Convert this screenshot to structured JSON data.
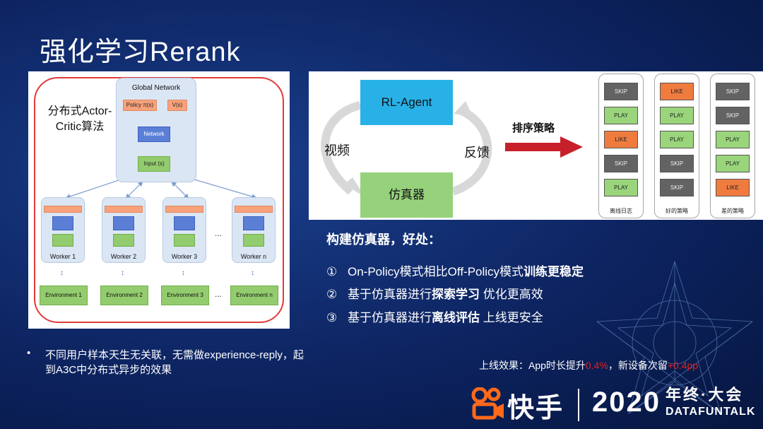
{
  "slide": {
    "title": "强化学习Rerank",
    "bullet": "不同用户样本天生无关联，无需做experience-reply，起到A3C中分布式异步的效果",
    "effect": {
      "prefix": "上线效果：App时长提升",
      "v1": "0.4%",
      "mid": "，新设备次留",
      "v2": "+0.4pp"
    }
  },
  "left_diagram": {
    "side_label": "分布式Actor-Critic算法",
    "global_network": "Global Network",
    "policy": "Policy π(s)",
    "value": "V(s)",
    "network": "Network",
    "input": "Input (s)",
    "workers": [
      "Worker 1",
      "Worker 2",
      "Worker 3",
      "Worker n"
    ],
    "environments": [
      "Environment 1",
      "Environment 2",
      "Environment 3",
      "Environment n"
    ],
    "ellipsis": "..."
  },
  "right_diagram": {
    "agent": "RL-Agent",
    "simulator": "仿真器",
    "video": "视频",
    "feedback": "反馈",
    "ranking": "排序策略",
    "columns": [
      {
        "caption": "离线日志",
        "actions": [
          "SKIP",
          "PLAY",
          "LIKE",
          "SKIP",
          "PLAY"
        ]
      },
      {
        "caption": "好的策略",
        "actions": [
          "LIKE",
          "PLAY",
          "PLAY",
          "SKIP",
          "SKIP"
        ]
      },
      {
        "caption": "差的策略",
        "actions": [
          "SKIP",
          "SKIP",
          "PLAY",
          "PLAY",
          "LIKE"
        ]
      }
    ]
  },
  "simulator_points": {
    "title": "构建仿真器，好处：",
    "items": [
      {
        "num": "①",
        "text": "On-Policy模式相比Off-Policy模式",
        "bold": "训练更稳定",
        "tail": ""
      },
      {
        "num": "②",
        "text": "基于仿真器进行",
        "bold": "探索学习",
        "tail": " 优化更高效"
      },
      {
        "num": "③",
        "text": "基于仿真器进行",
        "bold": "离线评估",
        "tail": " 上线更安全"
      }
    ]
  },
  "logo": {
    "name": "快手",
    "year": "2020",
    "event": "年终·大会",
    "brand": "DATAFUNTALK"
  },
  "colors": {
    "background": "#0d2461",
    "accent_red": "#e02020",
    "agent_blue": "#28b1e6",
    "sim_green": "#96d27b",
    "arrow_red": "#c8202a"
  }
}
